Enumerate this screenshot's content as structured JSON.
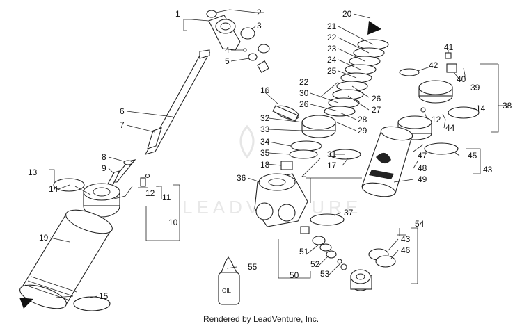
{
  "footer": "Rendered by LeadVenture, Inc.",
  "watermark": "LEADVENTURE",
  "bottle_label": "OIL",
  "callouts": [
    "1",
    "2",
    "3",
    "4",
    "5",
    "6",
    "7",
    "8",
    "9",
    "10",
    "11",
    "12",
    "13",
    "14",
    "15",
    "16",
    "17",
    "18",
    "19",
    "20",
    "21",
    "22",
    "23",
    "24",
    "25",
    "26",
    "27",
    "28",
    "29",
    "30",
    "31",
    "32",
    "33",
    "34",
    "35",
    "36",
    "37",
    "38",
    "39",
    "40",
    "41",
    "42",
    "43",
    "44",
    "45",
    "46",
    "47",
    "48",
    "49",
    "50",
    "51",
    "52",
    "53",
    "54",
    "55"
  ],
  "secondary_callouts": [
    "22",
    "26",
    "12",
    "14",
    "43"
  ]
}
